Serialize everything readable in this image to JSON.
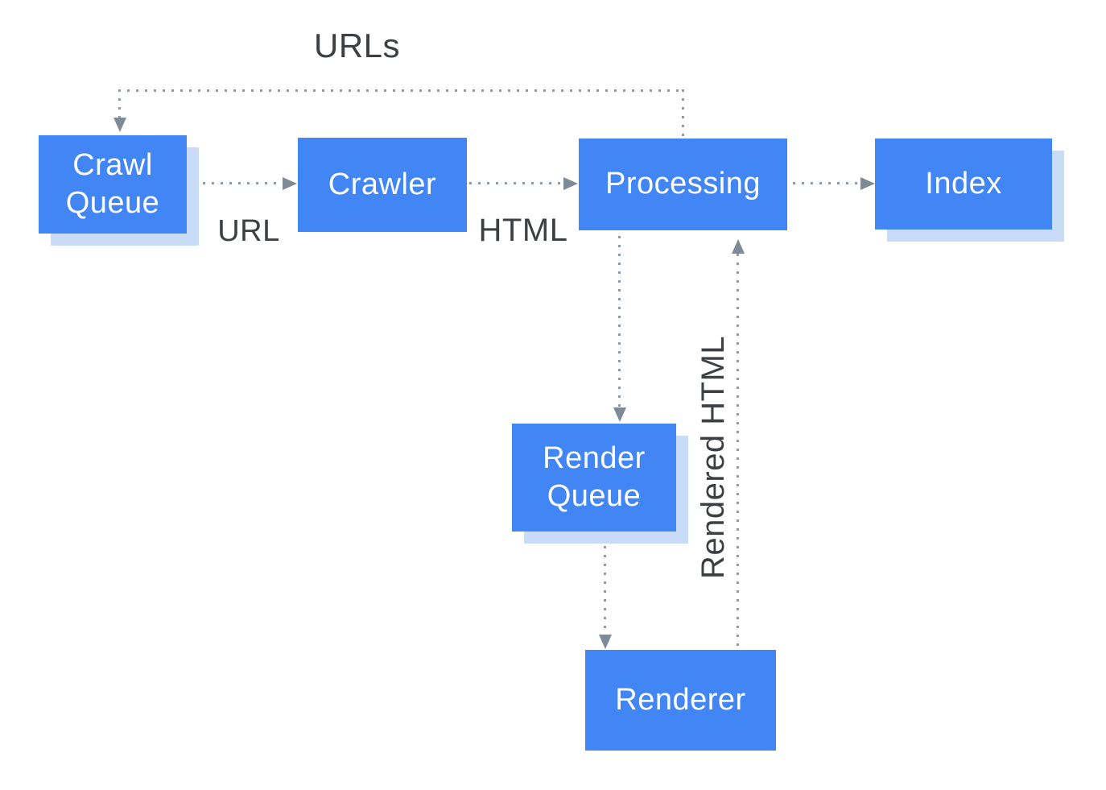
{
  "nodes": {
    "crawl_queue": {
      "lines": [
        "Crawl",
        "Queue"
      ]
    },
    "crawler": {
      "lines": [
        "Crawler"
      ]
    },
    "processing": {
      "lines": [
        "Processing"
      ]
    },
    "index": {
      "lines": [
        "Index"
      ]
    },
    "render_queue": {
      "lines": [
        "Render",
        "Queue"
      ]
    },
    "renderer": {
      "lines": [
        "Renderer"
      ]
    }
  },
  "edge_labels": {
    "urls": "URLs",
    "url": "URL",
    "html": "HTML",
    "rendered_html": "Rendered HTML"
  },
  "edges": [
    {
      "from": "processing",
      "to": "crawl_queue",
      "label": "URLs"
    },
    {
      "from": "crawl_queue",
      "to": "crawler",
      "label": "URL"
    },
    {
      "from": "crawler",
      "to": "processing",
      "label": "HTML"
    },
    {
      "from": "processing",
      "to": "index",
      "label": ""
    },
    {
      "from": "processing",
      "to": "render_queue",
      "label": ""
    },
    {
      "from": "render_queue",
      "to": "renderer",
      "label": ""
    },
    {
      "from": "renderer",
      "to": "processing",
      "label": "Rendered HTML"
    }
  ],
  "colors": {
    "node_fill": "#4285F4",
    "node_shadow": "#C8DCF8",
    "node_text": "#FFFFFF",
    "connector_dot": "#8F9CA8",
    "arrowhead": "#7D8B99",
    "label_text": "#3C4043",
    "background": "#FFFFFF"
  }
}
